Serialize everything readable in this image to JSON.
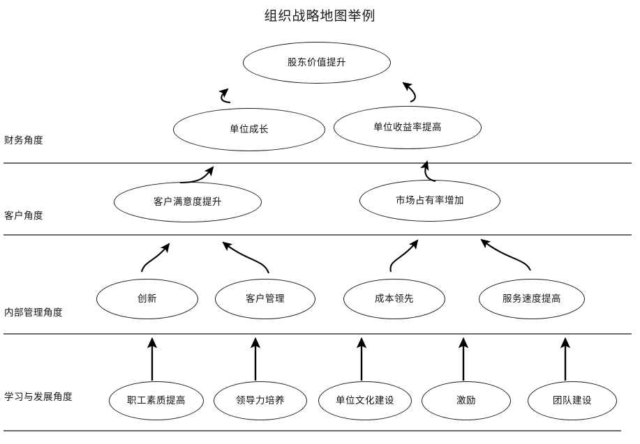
{
  "title": "组织战略地图举例",
  "perspectives": [
    {
      "id": "financial",
      "label": "财务角度"
    },
    {
      "id": "customer",
      "label": "客户角度"
    },
    {
      "id": "internal",
      "label": "内部管理角度"
    },
    {
      "id": "learning",
      "label": "学习与发展角度"
    }
  ],
  "nodes": [
    {
      "id": "shareholder-value",
      "label": "股东价值提升",
      "layer": "financial"
    },
    {
      "id": "unit-growth",
      "label": "单位成长",
      "layer": "financial"
    },
    {
      "id": "unit-profit-rate",
      "label": "单位收益率提高",
      "layer": "financial"
    },
    {
      "id": "customer-satisfaction",
      "label": "客户满意度提升",
      "layer": "customer"
    },
    {
      "id": "market-share",
      "label": "市场占有率增加",
      "layer": "customer"
    },
    {
      "id": "innovation",
      "label": "创新",
      "layer": "internal"
    },
    {
      "id": "customer-management",
      "label": "客户管理",
      "layer": "internal"
    },
    {
      "id": "cost-leadership",
      "label": "成本领先",
      "layer": "internal"
    },
    {
      "id": "service-speed",
      "label": "服务速度提高",
      "layer": "internal"
    },
    {
      "id": "staff-quality",
      "label": "职工素质提高",
      "layer": "learning"
    },
    {
      "id": "leadership-development",
      "label": "领导力培养",
      "layer": "learning"
    },
    {
      "id": "culture-building",
      "label": "单位文化建设",
      "layer": "learning"
    },
    {
      "id": "incentive",
      "label": "激励",
      "layer": "learning"
    },
    {
      "id": "team-building",
      "label": "团队建设",
      "layer": "learning"
    }
  ],
  "colors": {
    "background": "#ffffff",
    "node_border": "#1c1c1c",
    "text": "#111111",
    "divider": "#3a3a3a",
    "arrow": "#000000"
  }
}
